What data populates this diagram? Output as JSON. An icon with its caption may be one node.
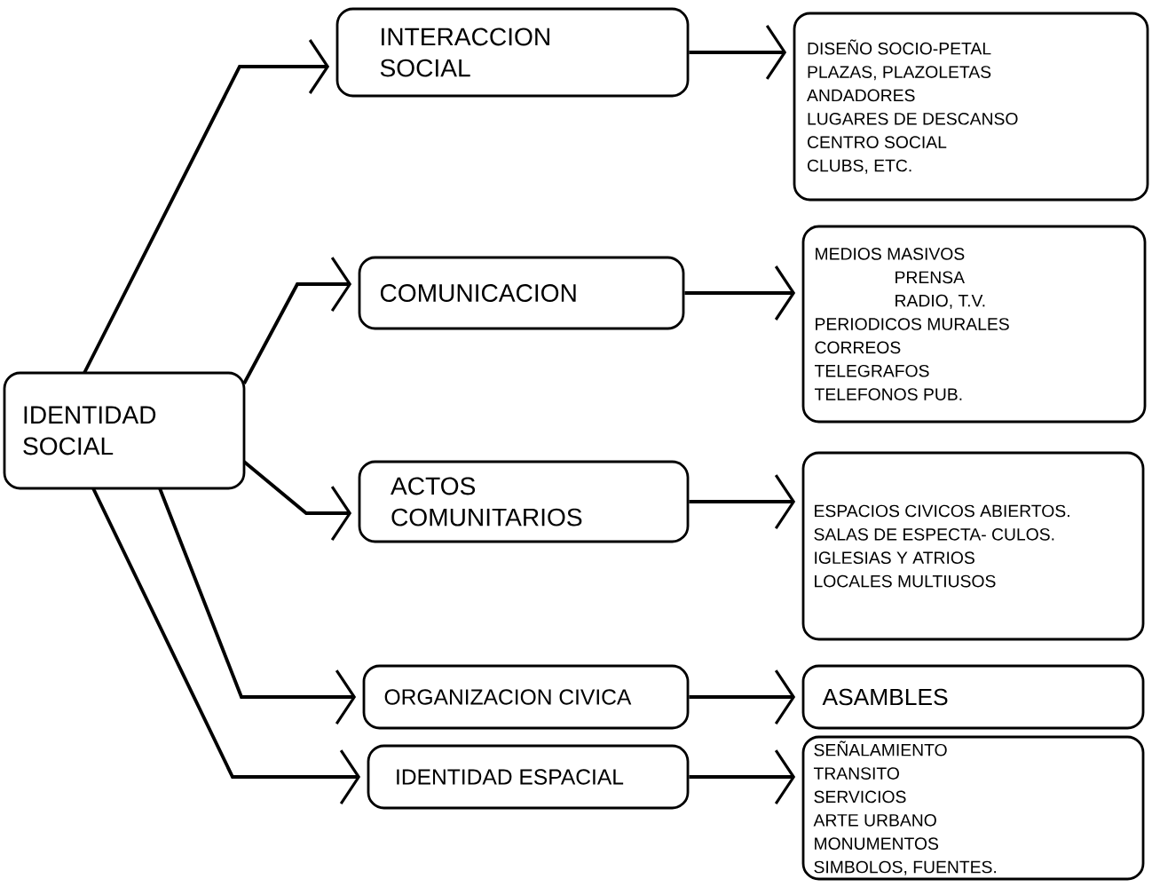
{
  "diagram": {
    "nodes": [
      {
        "text": [
          "IDENTIDAD SOCIAL"
        ]
      },
      {
        "text": [
          "INTERACCION SOCIAL"
        ]
      },
      {
        "text": [
          "DISEÑO SOCIO-PETAL",
          "PLAZAS, PLAZOLETAS",
          "ANDADORES",
          "LUGARES DE DESCANSO",
          "CENTRO SOCIAL",
          "CLUBS, ETC."
        ]
      },
      {
        "text": [
          "COMUNICACION"
        ]
      },
      {
        "text": [
          "MEDIOS MASIVOS",
          "PRENSA",
          "RADIO, T.V.",
          "PERIODICOS MURALES",
          "CORREOS",
          "TELEGRAFOS",
          "TELEFONOS PUB."
        ]
      },
      {
        "text": [
          "ACTOS COMUNITARIOS"
        ]
      },
      {
        "text": [
          "ESPACIOS CIVICOS ABIERTOS.",
          "SALAS DE ESPECTA- CULOS.",
          "IGLESIAS Y ATRIOS",
          "LOCALES MULTIUSOS"
        ]
      },
      {
        "text": [
          "ORGANIZACION CIVICA"
        ]
      },
      {
        "text": [
          "ASAMBLES"
        ]
      },
      {
        "text": [
          "IDENTIDAD ESPACIAL"
        ]
      },
      {
        "text": [
          "SEÑALAMIENTO",
          "TRANSITO",
          "SERVICIOS",
          "ARTE URBANO",
          "MONUMENTOS",
          "SIMBOLOS, FUENTES."
        ]
      }
    ],
    "edges": [
      {
        "from": 0,
        "to": 1,
        "arrow": "to"
      },
      {
        "from": 0,
        "to": 3,
        "arrow": "to"
      },
      {
        "from": 0,
        "to": 5,
        "arrow": "to"
      },
      {
        "from": 0,
        "to": 7,
        "arrow": "to"
      },
      {
        "from": 0,
        "to": 9,
        "arrow": "to"
      },
      {
        "from": 1,
        "to": 2,
        "arrow": "to"
      },
      {
        "from": 3,
        "to": 4,
        "arrow": "to"
      },
      {
        "from": 5,
        "to": 6,
        "arrow": "to"
      },
      {
        "from": 7,
        "to": 8,
        "arrow": "to"
      },
      {
        "from": 9,
        "to": 10,
        "arrow": "to"
      }
    ]
  }
}
